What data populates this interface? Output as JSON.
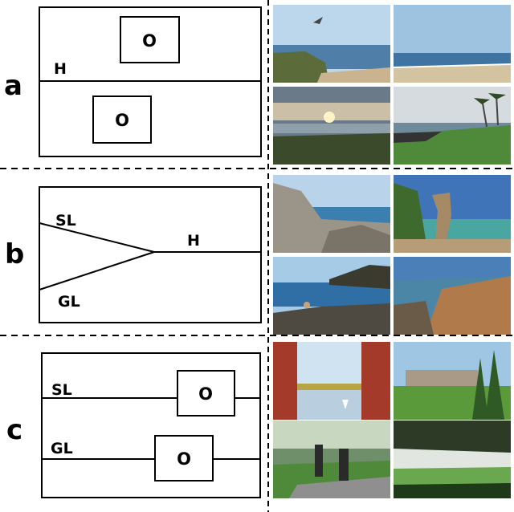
{
  "rows": [
    {
      "label": "a",
      "diagram": {
        "horizon": "H",
        "object_top": "O",
        "object_bottom": "O"
      },
      "photos": [
        "beach-hang-glider",
        "beach-shoreline",
        "sunset-beach-dunes",
        "palm-coast-grass"
      ]
    },
    {
      "label": "b",
      "diagram": {
        "sky_line": "SL",
        "ground_line": "GL",
        "horizon": "H"
      },
      "photos": [
        "rocky-coast-cliffs",
        "sea-stack-rock",
        "rocky-shore-person",
        "layered-rock-coast"
      ]
    },
    {
      "label": "c",
      "diagram": {
        "sky_line": "SL",
        "object_top": "O",
        "ground_line": "GL",
        "object_bottom": "O"
      },
      "photos": [
        "red-trees-lake-painting",
        "formal-garden-building",
        "park-walkers",
        "park-trees-field"
      ]
    }
  ],
  "colors": {
    "line": "#000000",
    "sky": "#8fb8d8",
    "sea": "#3f79a8",
    "sand": "#c9b48f",
    "grass": "#4f8a3a",
    "rock": "#8a8070",
    "red_tree": "#a33a2a"
  }
}
